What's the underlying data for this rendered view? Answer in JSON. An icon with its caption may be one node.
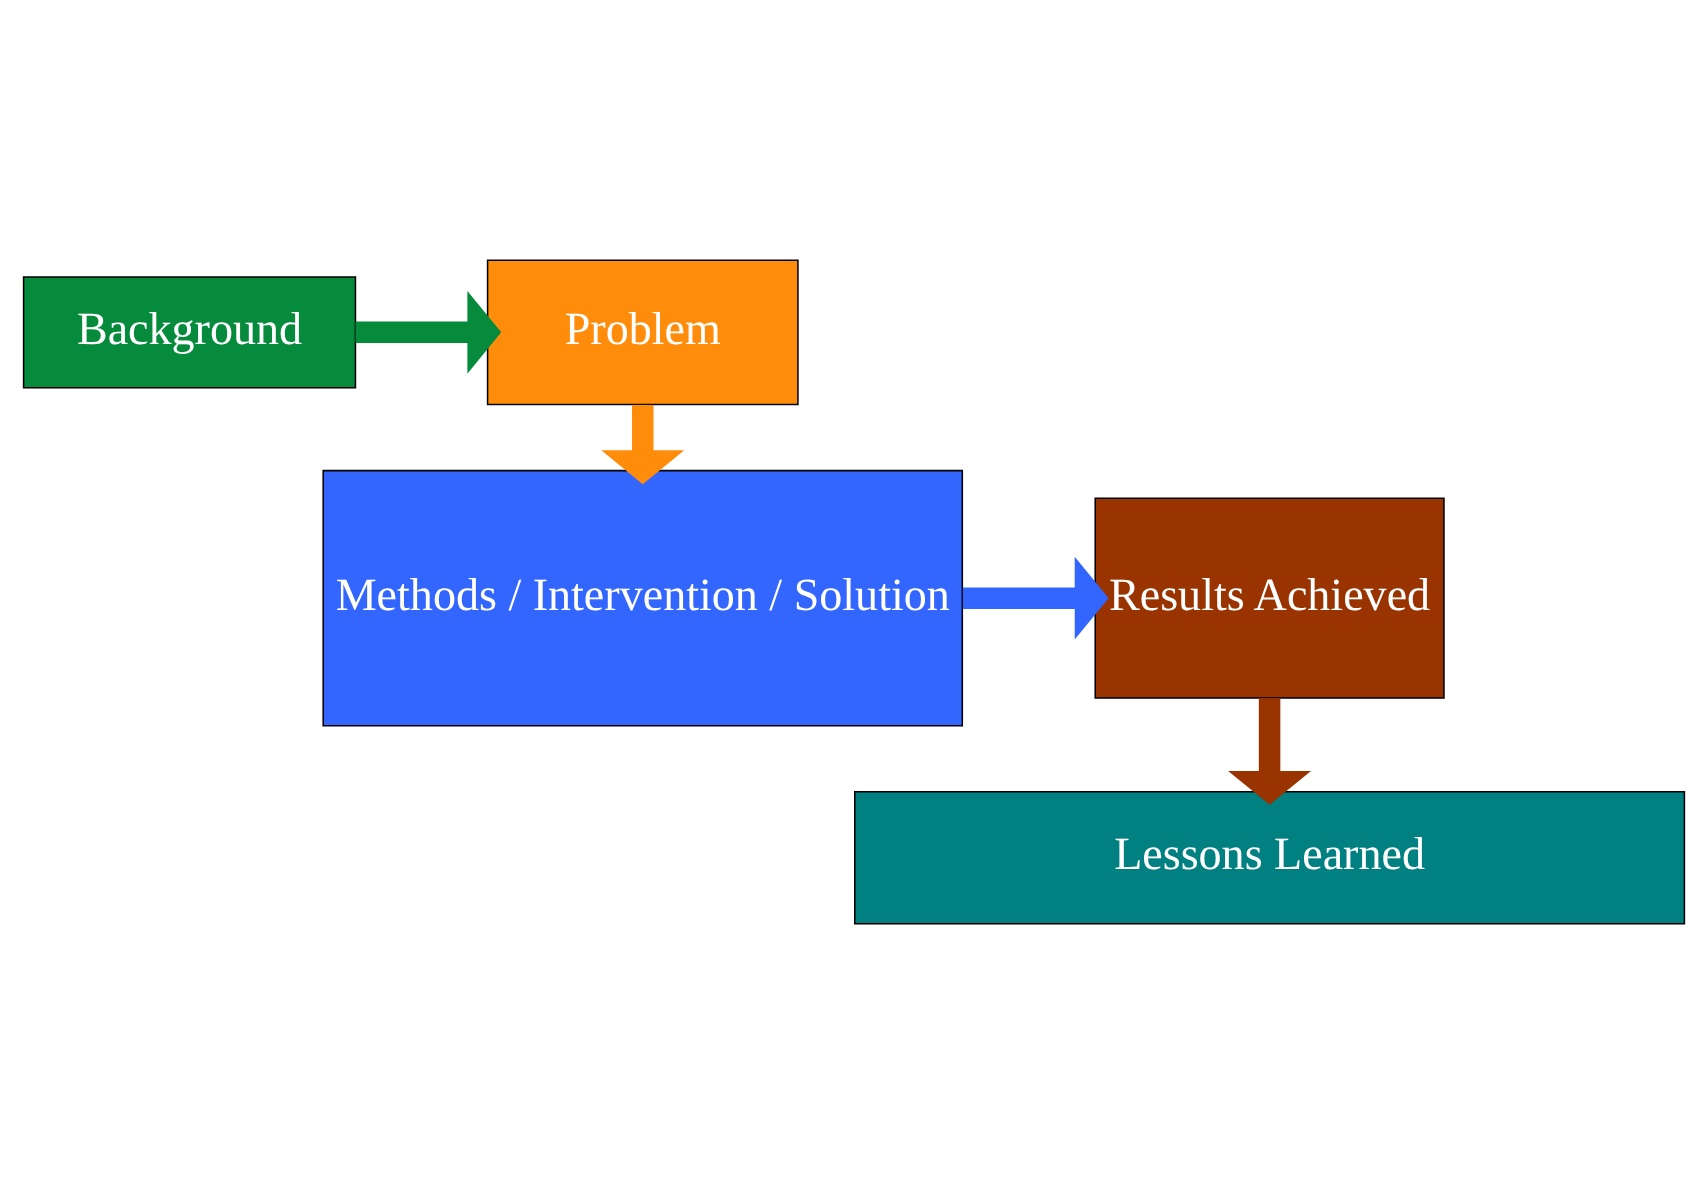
{
  "diagram": {
    "nodes": [
      {
        "text": [
          "Background"
        ]
      },
      {
        "text": [
          "Problem"
        ]
      },
      {
        "text": [
          "Methods / Intervention / Solution"
        ]
      },
      {
        "text": [
          "Results Achieved"
        ]
      },
      {
        "text": [
          "Lessons Learned"
        ]
      }
    ],
    "edges": [
      {
        "from": 0,
        "to": 1,
        "arrow": "to",
        "color": "#068b3c"
      },
      {
        "from": 1,
        "to": 2,
        "arrow": "to",
        "color": "#ff8c0a"
      },
      {
        "from": 2,
        "to": 3,
        "arrow": "to",
        "color": "#3366ff"
      },
      {
        "from": 3,
        "to": 4,
        "arrow": "to",
        "color": "#993300"
      }
    ]
  }
}
